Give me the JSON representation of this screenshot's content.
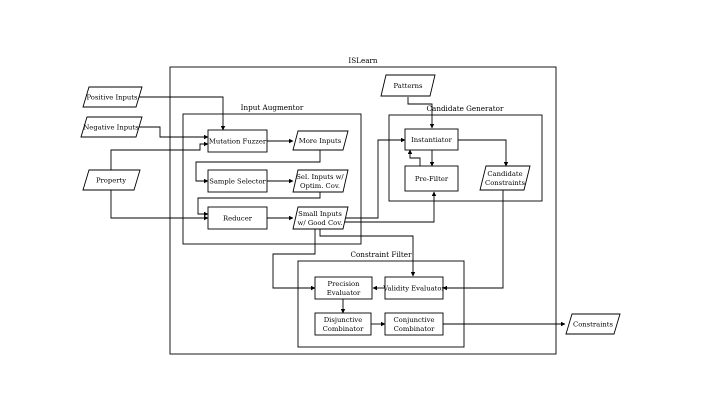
{
  "diagram": {
    "outer_title": "ISLearn",
    "input_augmentor": {
      "title": "Input Augmentor"
    },
    "candidate_generator": {
      "title": "Candidate Generator"
    },
    "constraint_filter": {
      "title": "Constraint Filter"
    },
    "io": {
      "positive_inputs": "Positive Inputs",
      "negative_inputs": "Negative Inputs",
      "property": "Property",
      "patterns": "Patterns",
      "constraints": "Constraints"
    },
    "nodes": {
      "mutation_fuzzer": "Mutation Fuzzer",
      "more_inputs": "More Inputs",
      "sample_selector": "Sample Selector",
      "sel_inputs": [
        "Sel. Inputs w/",
        "Optim. Cov."
      ],
      "reducer": "Reducer",
      "small_inputs": [
        "Small Inputs",
        "w/ Good Cov."
      ],
      "instantiator": "Instantiator",
      "pre_filter": "Pre-Filter",
      "candidate_constraints": [
        "Candidate",
        "Constraints"
      ],
      "precision_evaluator": [
        "Precision",
        "Evaluator"
      ],
      "validity_evaluator": "Validity Evaluator",
      "disjunctive_combinator": [
        "Disjunctive",
        "Combinator"
      ],
      "conjunctive_combinator": [
        "Conjunctive",
        "Combinator"
      ]
    }
  }
}
